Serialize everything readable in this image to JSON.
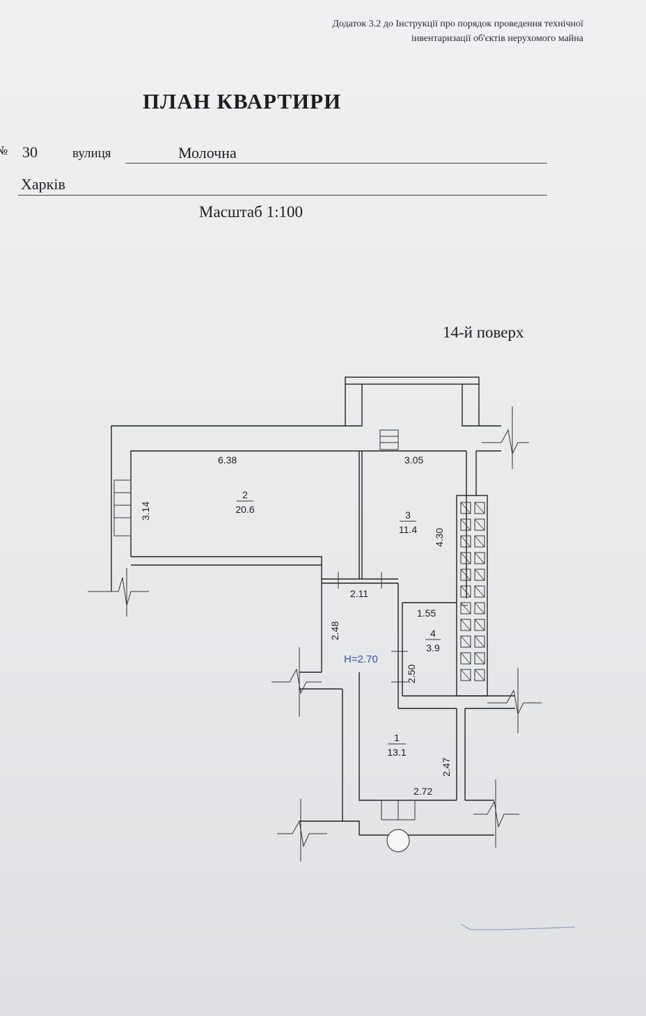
{
  "header": {
    "appendix_line1": "Додаток 3.2 до Інструкції про порядок проведення технічної",
    "appendix_line2": "інвентаризації об'єктів нерухомого майна",
    "title": "ПЛАН КВАРТИРИ"
  },
  "address": {
    "number_prefix": "№",
    "number": "30",
    "street_label": "вулиця",
    "street": "Молочна",
    "city": "Харків"
  },
  "scale": "Масштаб 1:100",
  "floor": "14-й поверх",
  "plan": {
    "height": "H=2.70",
    "dimensions": {
      "d638": "6.38",
      "d305": "3.05",
      "d314": "3.14",
      "d430": "4.30",
      "d211": "2.11",
      "d155": "1.55",
      "d248": "2.48",
      "d250": "2.50",
      "d247": "2.47",
      "d272": "2.72"
    },
    "rooms": [
      {
        "number": "2",
        "area": "20.6"
      },
      {
        "number": "3",
        "area": "11.4"
      },
      {
        "number": "4",
        "area": "3.9"
      },
      {
        "number": "1",
        "area": "13.1"
      }
    ]
  }
}
